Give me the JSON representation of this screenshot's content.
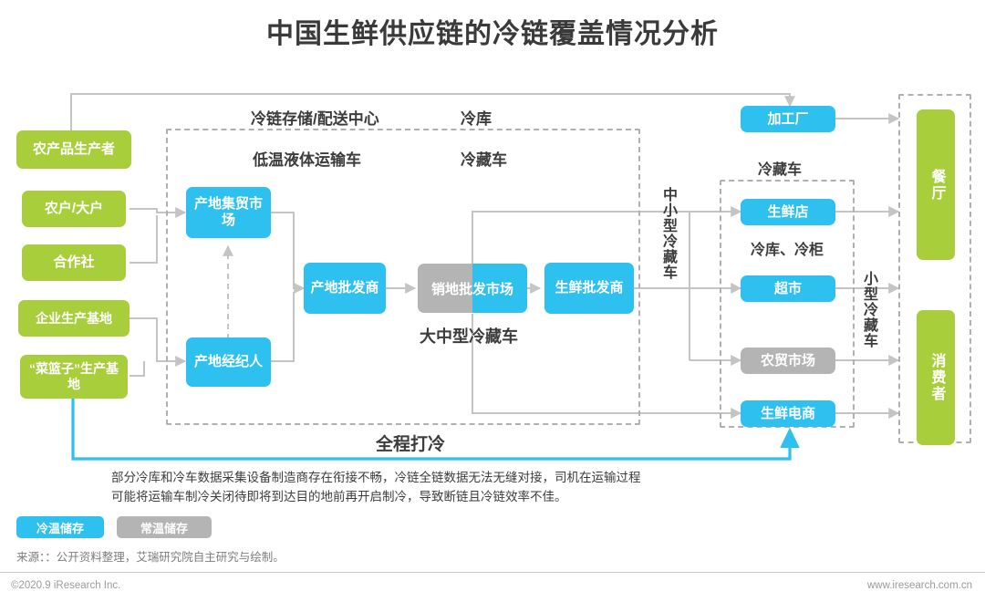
{
  "header": {
    "title": "中国生鲜供应链的冷链覆盖情况分析"
  },
  "producers": [
    {
      "label": "农产品生产者"
    },
    {
      "label": "农户/大户"
    },
    {
      "label": "合作社"
    },
    {
      "label": "企业生产基地"
    },
    {
      "label": "“菜篮子”生产基地"
    }
  ],
  "upstream": [
    {
      "label": "产地集贸市场"
    },
    {
      "label": "产地经纪人"
    },
    {
      "label": "产地批发商"
    }
  ],
  "midstream": [
    {
      "label": "销地批发市场"
    },
    {
      "label": "生鲜批发商"
    }
  ],
  "downstream": [
    {
      "label": "加工厂"
    },
    {
      "label": "生鲜店"
    },
    {
      "label": "超市"
    },
    {
      "label": "农贸市场"
    },
    {
      "label": "生鲜电商"
    }
  ],
  "endpoints": [
    {
      "label": "餐厅"
    },
    {
      "label": "消费者"
    }
  ],
  "captions": {
    "cold_storage_center": "冷链存储/配送中心",
    "cold_warehouse": "冷库",
    "low_temp_liquid_truck": "低温液体运输车",
    "refrigerated_truck_1": "冷藏车",
    "large_medium_truck": "大中型冷藏车",
    "small_medium_truck": "中小型冷藏车",
    "refrigerated_truck_2": "冷藏车",
    "cold_warehouse_cabinet": "冷库、冷柜",
    "small_truck": "小型冷藏车",
    "full_chain_cooling": "全程打冷"
  },
  "note": {
    "line1": "部分冷库和冷车数据采集设备制造商存在衔接不畅，冷链全链数据无法无缝对接，司机在运输过程",
    "line2": "可能将运输车制冷关闭待即将到达目的地前再开启制冷，导致断链且冷链效率不佳。"
  },
  "legend": [
    {
      "label": "冷温储存",
      "color": "#2ec0ee"
    },
    {
      "label": "常温储存",
      "color": "#b4b4b4"
    }
  ],
  "source": "来源：：公开资料整理，艾瑞研究院自主研究与绘制。",
  "footer": {
    "left": "©2020.9 iResearch Inc.",
    "right": "www.iresearch.com.cn"
  },
  "colors": {
    "green": "#a9ce3c",
    "blue": "#2ec0ee",
    "gray": "#b4b4b4",
    "wire": "#c4c4c4",
    "cyan_wire": "#2ec0ee",
    "text_dark": "#3c3c3c"
  }
}
